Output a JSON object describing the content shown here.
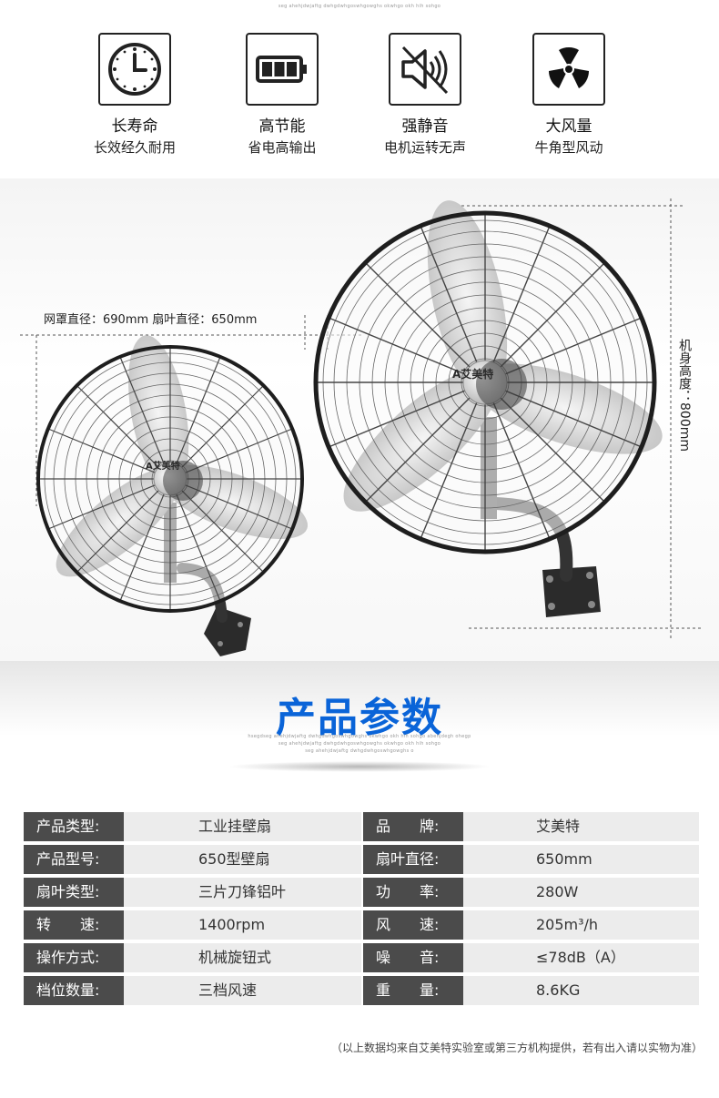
{
  "header_fine_print": "seg ahehjdwjaftg dwhgdwhgoswhgowghs okwhgo okh hih sohgo",
  "features": [
    {
      "icon": "clock-icon",
      "title": "长寿命",
      "subtitle": "长效经久耐用"
    },
    {
      "icon": "battery-icon",
      "title": "高节能",
      "subtitle": "省电高输出"
    },
    {
      "icon": "mute-speaker-icon",
      "title": "强静音",
      "subtitle": "电机运转无声"
    },
    {
      "icon": "fan-blades-icon",
      "title": "大风量",
      "subtitle": "牛角型风动"
    }
  ],
  "product": {
    "brand_badge": "A艾美特",
    "diameter_label": "网罩直径：690mm 扇叶直径：650mm",
    "height_label": "机身高度：800mm"
  },
  "params": {
    "title": "产品参数",
    "fine_print_lines": [
      "hsegdseg ahehjdwjaftg dwhgdwhgoswhgowghs okwhgo okh hih sohgo abehjdegh ohegp",
      "seg ahehjdwjaftg dwhgdwhgoswhgowghs okwhgo okh hih sohgo",
      "seg ahehjdwjaftg dwhgdwhgoswhgowghs o"
    ]
  },
  "specs": [
    {
      "label_left": "产品类型:",
      "value_left": "工业挂壁扇",
      "label_right": "品　　牌:",
      "value_right": "艾美特"
    },
    {
      "label_left": "产品型号:",
      "value_left": "650型壁扇",
      "label_right": "扇叶直径:",
      "value_right": "650mm"
    },
    {
      "label_left": "扇叶类型:",
      "value_left": "三片刀锋铝叶",
      "label_right": "功　　率:",
      "value_right": "280W"
    },
    {
      "label_left": "转　　速:",
      "value_left": "1400rpm",
      "label_right": "风　　速:",
      "value_right": "205m³/h"
    },
    {
      "label_left": "操作方式:",
      "value_left": "机械旋钮式",
      "label_right": "噪　　音:",
      "value_right": "≤78dB（A）"
    },
    {
      "label_left": "档位数量:",
      "value_left": "三档风速",
      "label_right": "重　　量:",
      "value_right": "8.6KG"
    }
  ],
  "footnote": "（以上数据均来自艾美特实验室或第三方机构提供，若有出入请以实物为准）"
}
